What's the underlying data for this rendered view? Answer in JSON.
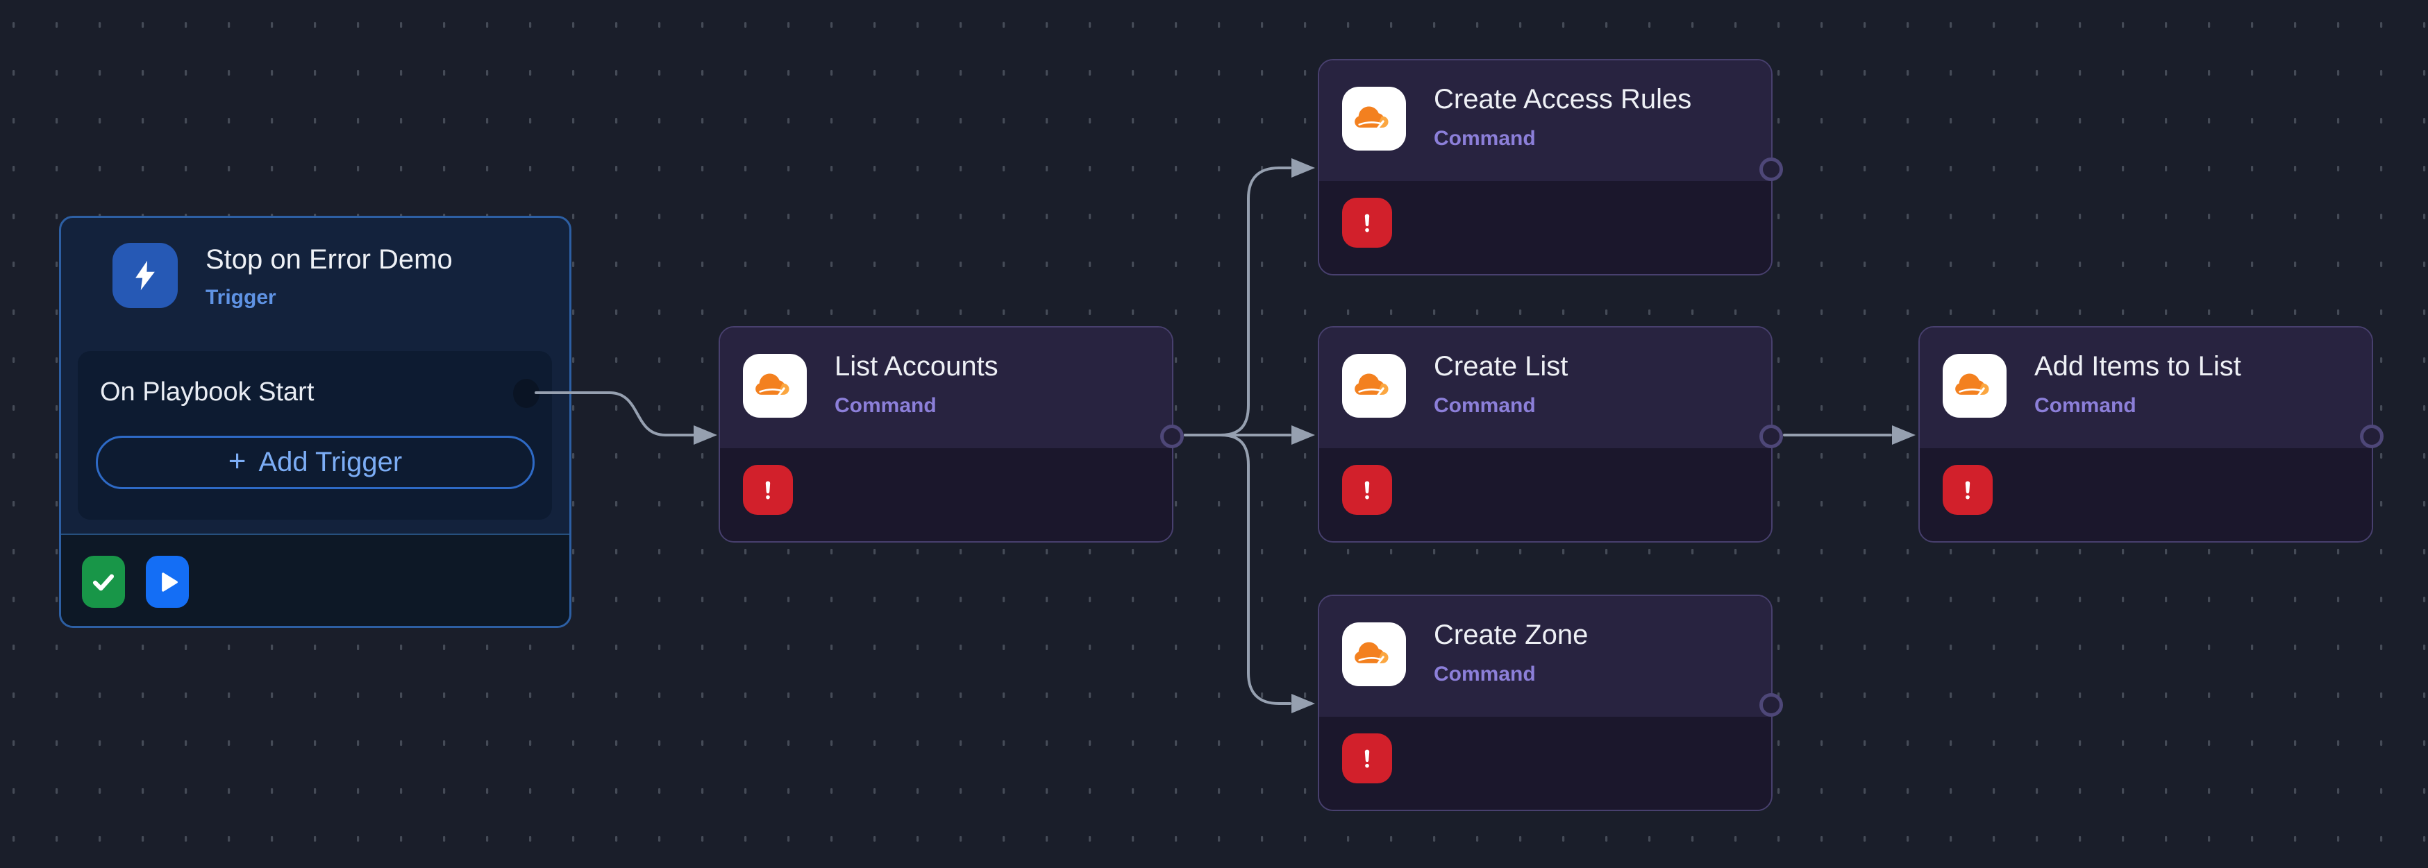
{
  "canvas": {
    "background_color": "#1a1e2a",
    "grid_dash_color": "#454b57"
  },
  "trigger": {
    "title": "Stop on Error Demo",
    "type_label": "Trigger",
    "event_label": "On Playbook Start",
    "add_trigger_plus": "+",
    "add_trigger_label": "Add Trigger",
    "icon": "lightning-bolt-icon",
    "footer_icons": [
      "check-icon",
      "play-icon"
    ],
    "accent_color": "#2d5fa3",
    "icon_bg_color": "#2659b5",
    "type_label_color": "#5f93e4"
  },
  "nodes": [
    {
      "id": "list-accounts",
      "title": "List Accounts",
      "type_label": "Command",
      "icon": "cloudflare-icon",
      "has_error": true
    },
    {
      "id": "create-access-rules",
      "title": "Create Access Rules",
      "type_label": "Command",
      "icon": "cloudflare-icon",
      "has_error": true
    },
    {
      "id": "create-list",
      "title": "Create List",
      "type_label": "Command",
      "icon": "cloudflare-icon",
      "has_error": true
    },
    {
      "id": "create-zone",
      "title": "Create Zone",
      "type_label": "Command",
      "icon": "cloudflare-icon",
      "has_error": true
    },
    {
      "id": "add-items-to-list",
      "title": "Add Items to List",
      "type_label": "Command",
      "icon": "cloudflare-icon",
      "has_error": true
    }
  ],
  "edges": [
    {
      "from": "trigger",
      "to": "list-accounts"
    },
    {
      "from": "list-accounts",
      "to": "create-access-rules"
    },
    {
      "from": "list-accounts",
      "to": "create-list"
    },
    {
      "from": "list-accounts",
      "to": "create-zone"
    },
    {
      "from": "create-list",
      "to": "add-items-to-list"
    }
  ],
  "colors": {
    "node_header_bg": "#282340",
    "node_body_bg": "#1b172c",
    "node_border": "#48406e",
    "node_type_label": "#8c7fd9",
    "error_badge": "#d2202b",
    "cloudflare_orange": "#f3801f",
    "cloudflare_light_orange": "#fba640",
    "edge_line": "#96a0b0",
    "success_button": "#189648",
    "run_button": "#146ef5"
  }
}
